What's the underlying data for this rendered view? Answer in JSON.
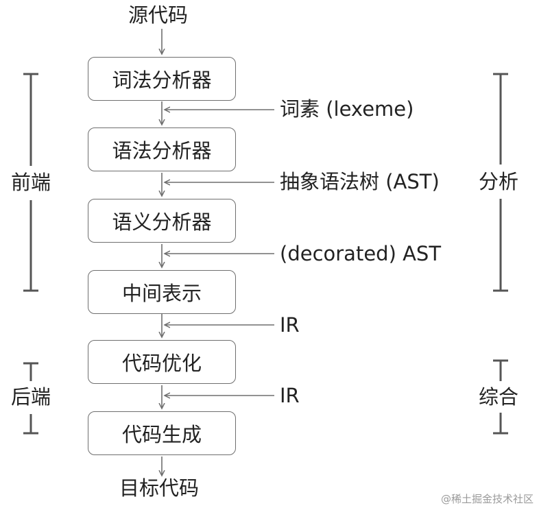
{
  "source_label": "源代码",
  "target_label": "目标代码",
  "stages": [
    {
      "label": "词法分析器"
    },
    {
      "label": "语法分析器"
    },
    {
      "label": "语义分析器"
    },
    {
      "label": "中间表示"
    },
    {
      "label": "代码优化"
    },
    {
      "label": "代码生成"
    }
  ],
  "artifacts": [
    {
      "label": "词素 (lexeme)"
    },
    {
      "label": "抽象语法树 (AST)"
    },
    {
      "label": "(decorated) AST"
    },
    {
      "label": "IR"
    },
    {
      "label": "IR"
    }
  ],
  "groups": {
    "frontend": "前端",
    "backend": "后端",
    "analysis": "分析",
    "synthesis": "综合"
  },
  "watermark": "@稀土掘金技术社区"
}
